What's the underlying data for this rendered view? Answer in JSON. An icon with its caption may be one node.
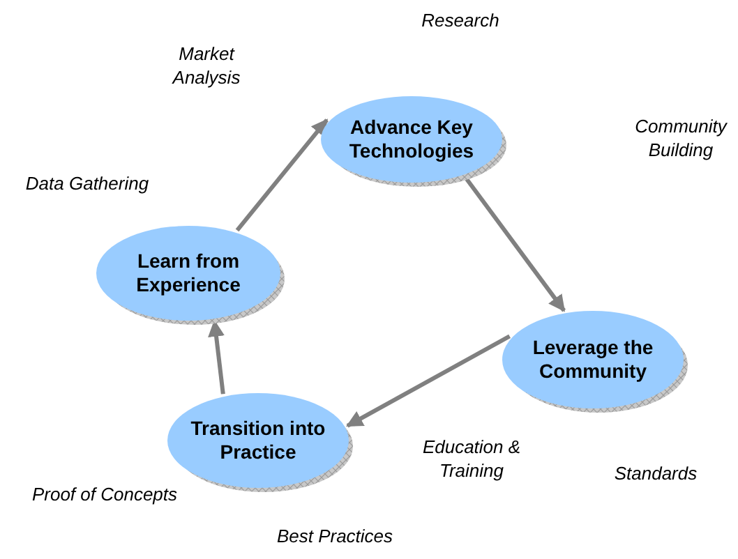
{
  "diagram": {
    "nodes": [
      {
        "text": [
          "Advance Key Technologies"
        ]
      },
      {
        "text": [
          "Learn from Experience"
        ]
      },
      {
        "text": [
          "Leverage the Community"
        ]
      },
      {
        "text": [
          "Transition into Practice"
        ]
      }
    ],
    "edges": [
      {
        "from": 1,
        "to": 0,
        "arrow": "to"
      },
      {
        "from": 0,
        "to": 2,
        "arrow": "to"
      },
      {
        "from": 2,
        "to": 3,
        "arrow": "to"
      },
      {
        "from": 3,
        "to": 1,
        "arrow": "to"
      }
    ],
    "labels": [
      "Research",
      "Market Analysis",
      "Community Building",
      "Data Gathering",
      "Education & Training",
      "Standards",
      "Proof of Concepts",
      "Best Practices"
    ]
  }
}
